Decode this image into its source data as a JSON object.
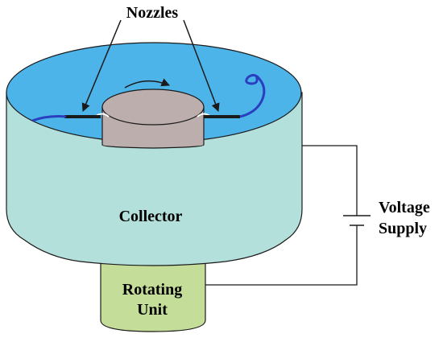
{
  "labels": {
    "nozzles": "Nozzles",
    "collector": "Collector",
    "rotating_unit_line1": "Rotating",
    "rotating_unit_line2": "Unit",
    "voltage_supply_line1": "Voltage",
    "voltage_supply_line2": "Supply"
  },
  "colors": {
    "collector_wall": "#b4e0dc",
    "collector_inner": "#4cb4e8",
    "spinneret": "#bdaeae",
    "rotating_unit": "#c4dd98",
    "fiber": "#2a3fbf",
    "nozzle": "#1a1a1a",
    "outline": "#1a1a1a"
  },
  "icons": {
    "rotation_arrow": "curved-arrow-right-icon",
    "battery": "battery-symbol-icon"
  }
}
